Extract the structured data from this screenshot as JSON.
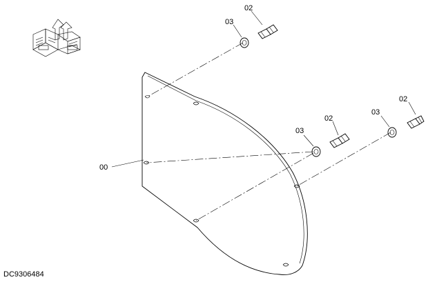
{
  "drawing_code": "DC9306484",
  "parts": [
    {
      "id": "cover",
      "label": "00"
    },
    {
      "id": "bolt_a",
      "label": "02"
    },
    {
      "id": "washer_a",
      "label": "03"
    },
    {
      "id": "bolt_b",
      "label": "02"
    },
    {
      "id": "washer_b",
      "label": "03"
    },
    {
      "id": "bolt_c",
      "label": "02"
    },
    {
      "id": "washer_c",
      "label": "03"
    }
  ],
  "icon": {
    "name": "machine-orientation-icon"
  },
  "colors": {
    "ink": "#000000",
    "paper": "#ffffff"
  }
}
